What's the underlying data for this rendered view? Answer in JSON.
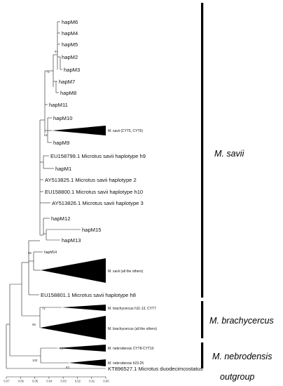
{
  "tips": {
    "hapM6": "hapM6",
    "hapM4": "hapM4",
    "hapM5": "hapM5",
    "hapM2": "hapM2",
    "hapM3": "hapM3",
    "hapM7": "hapM7",
    "hapM8": "hapM8",
    "hapM11": "hapM11",
    "hapM10": "hapM10",
    "savii_cyt": "M. savii (CYT5, CYT6)",
    "hapM9": "hapM9",
    "eu158799": "EU158799.1 Microtus savii haplotype h9",
    "hapM1": "hapM1",
    "ay513825": "AY513825.1 Microtus savii haplotype 2",
    "eu158800": "EU158800.1 Microtus savii haplotype h10",
    "ay513826": "AY513826.1 Microtus savii haplotype 3",
    "hapM12": "hapM12",
    "hapM15": "hapM15",
    "hapM13": "hapM13",
    "hapM14": "hapM14",
    "savii_others": "M. savii (all the others)",
    "eu158801": "EU158801.1 Microtus savii haplotype h8",
    "brachy_h11": "M. brachycercus h11-13, CYT7",
    "brachy_others": "M. brachycercus (all the others)",
    "nebro_cyt": "M. nebrodensis CYT8-CYT10",
    "nebro_h": "M. nebrodensis h23-25",
    "outgroup_tip": "KT896527.1 Microtus duodecimcostatus"
  },
  "bootstrap": {
    "b91": "91",
    "b71a": "71",
    "b61": "61",
    "b85": "85",
    "b71b": "71",
    "b95": "95",
    "b93": "93",
    "b100": "100",
    "b83": "83"
  },
  "groups": {
    "savii": "M. savii",
    "brachycercus": "M. brachycercus",
    "nebrodensis": "M. nebrodensis",
    "outgroup": "outgroup"
  },
  "axis": {
    "ticks": [
      "0.07",
      "0.06",
      "0.05",
      "0.04",
      "0.03",
      "0.02",
      "0.01",
      "0.00"
    ]
  },
  "colors": {
    "line": "#222222",
    "clade_fill": "#000000"
  }
}
